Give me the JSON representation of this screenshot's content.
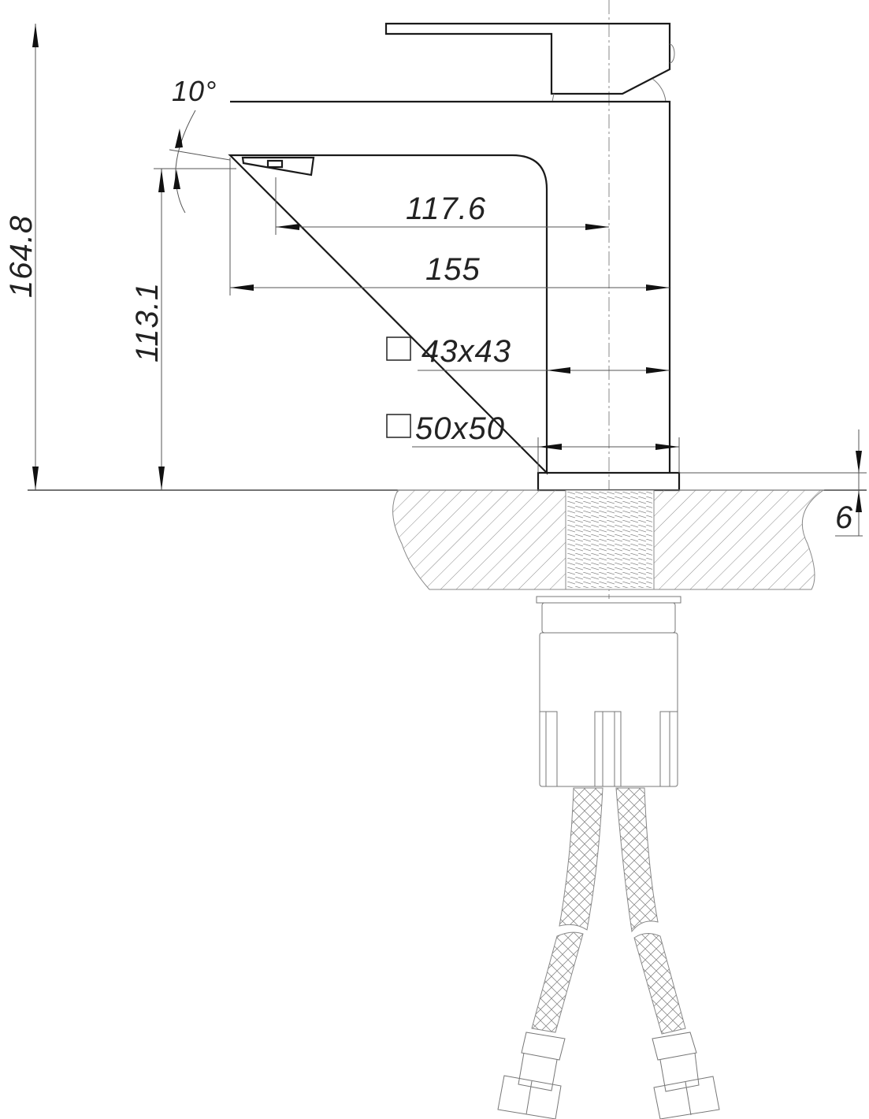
{
  "drawing": {
    "dimensions": {
      "total_height": "164.8",
      "spout_height": "113.1",
      "spout_reach_center": "117.6",
      "spout_reach_total": "155",
      "body_section": "43x43",
      "base_section": "50x50",
      "base_thickness": "6",
      "aerator_angle": "10°"
    },
    "colors": {
      "line": "#1a1a1a",
      "thin_line": "#777777",
      "background": "#ffffff"
    }
  }
}
